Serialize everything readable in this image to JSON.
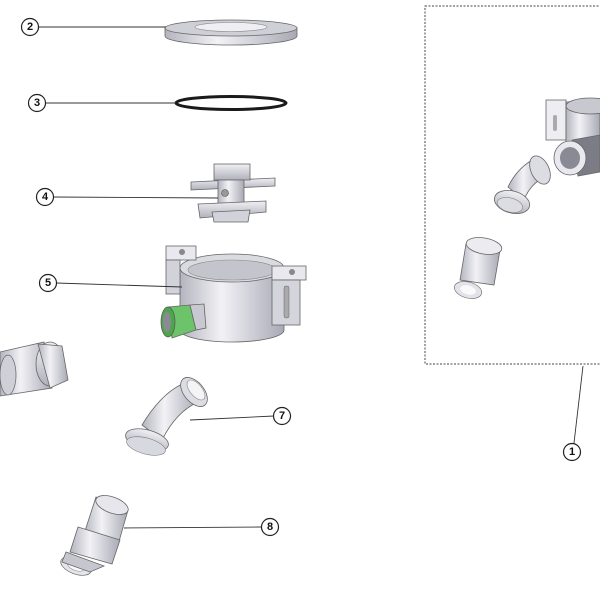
{
  "diagram": {
    "callouts": [
      {
        "id": "1",
        "label": "1"
      },
      {
        "id": "2",
        "label": "2"
      },
      {
        "id": "3",
        "label": "3"
      },
      {
        "id": "4",
        "label": "4"
      },
      {
        "id": "5",
        "label": "5"
      },
      {
        "id": "7",
        "label": "7"
      },
      {
        "id": "8",
        "label": "8"
      }
    ],
    "colors": {
      "part_fill": "#e4e4ea",
      "part_shade": "#b8b8c2",
      "seal_green": "#6cc36a",
      "oring": "#1a1a1a"
    }
  }
}
